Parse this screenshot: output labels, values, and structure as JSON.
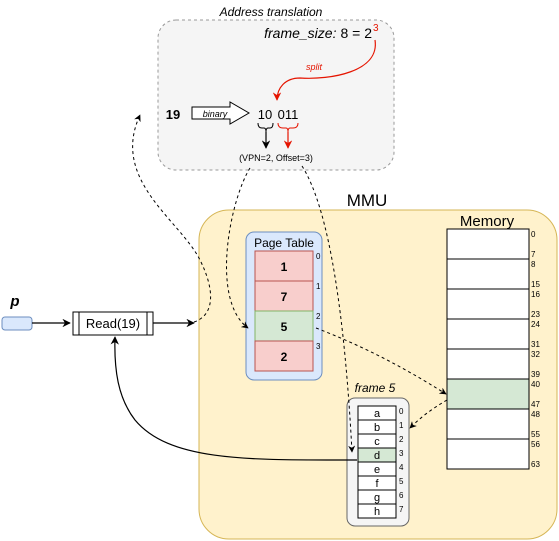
{
  "translation": {
    "title": "Address translation",
    "frame_size_label": "frame_size:",
    "frame_size_expr": "8 = 2",
    "frame_size_exp": "3",
    "split_label": "split",
    "address_value": "19",
    "binary_label": "binary",
    "binary_vpn_bits": "10",
    "binary_offset_bits": "011",
    "result_label": "(VPN=2, Offset=3)"
  },
  "mmu": {
    "title": "MMU",
    "page_table": {
      "title": "Page Table",
      "entries": [
        "1",
        "7",
        "5",
        "2"
      ],
      "indices": [
        "0",
        "1",
        "2",
        "3"
      ],
      "highlight_index": 2
    },
    "memory": {
      "title": "Memory",
      "tick_labels": [
        "0",
        "7",
        "8",
        "15",
        "16",
        "23",
        "24",
        "31",
        "32",
        "39",
        "40",
        "47",
        "48",
        "55",
        "56",
        "63"
      ],
      "frame_count": 8,
      "highlight_frame": 5
    },
    "frame": {
      "title": "frame 5",
      "cells": [
        "a",
        "b",
        "c",
        "d",
        "e",
        "f",
        "g",
        "h"
      ],
      "indices": [
        "0",
        "1",
        "2",
        "3",
        "4",
        "5",
        "6",
        "7"
      ],
      "highlight_index": 3
    }
  },
  "process": {
    "label": "p",
    "read_call": "Read(19)"
  },
  "colors": {
    "translation_bg": "#f5f5f5",
    "mmu_bg": "#fff2cc",
    "mmu_border": "#d6b656",
    "page_table_bg": "#dae8fc",
    "page_table_border": "#6c8ebf",
    "entry_red": "#f8cecc",
    "entry_red_border": "#b85450",
    "entry_green": "#d5e8d4",
    "entry_green_border": "#82b366",
    "split_red": "#e51400"
  }
}
